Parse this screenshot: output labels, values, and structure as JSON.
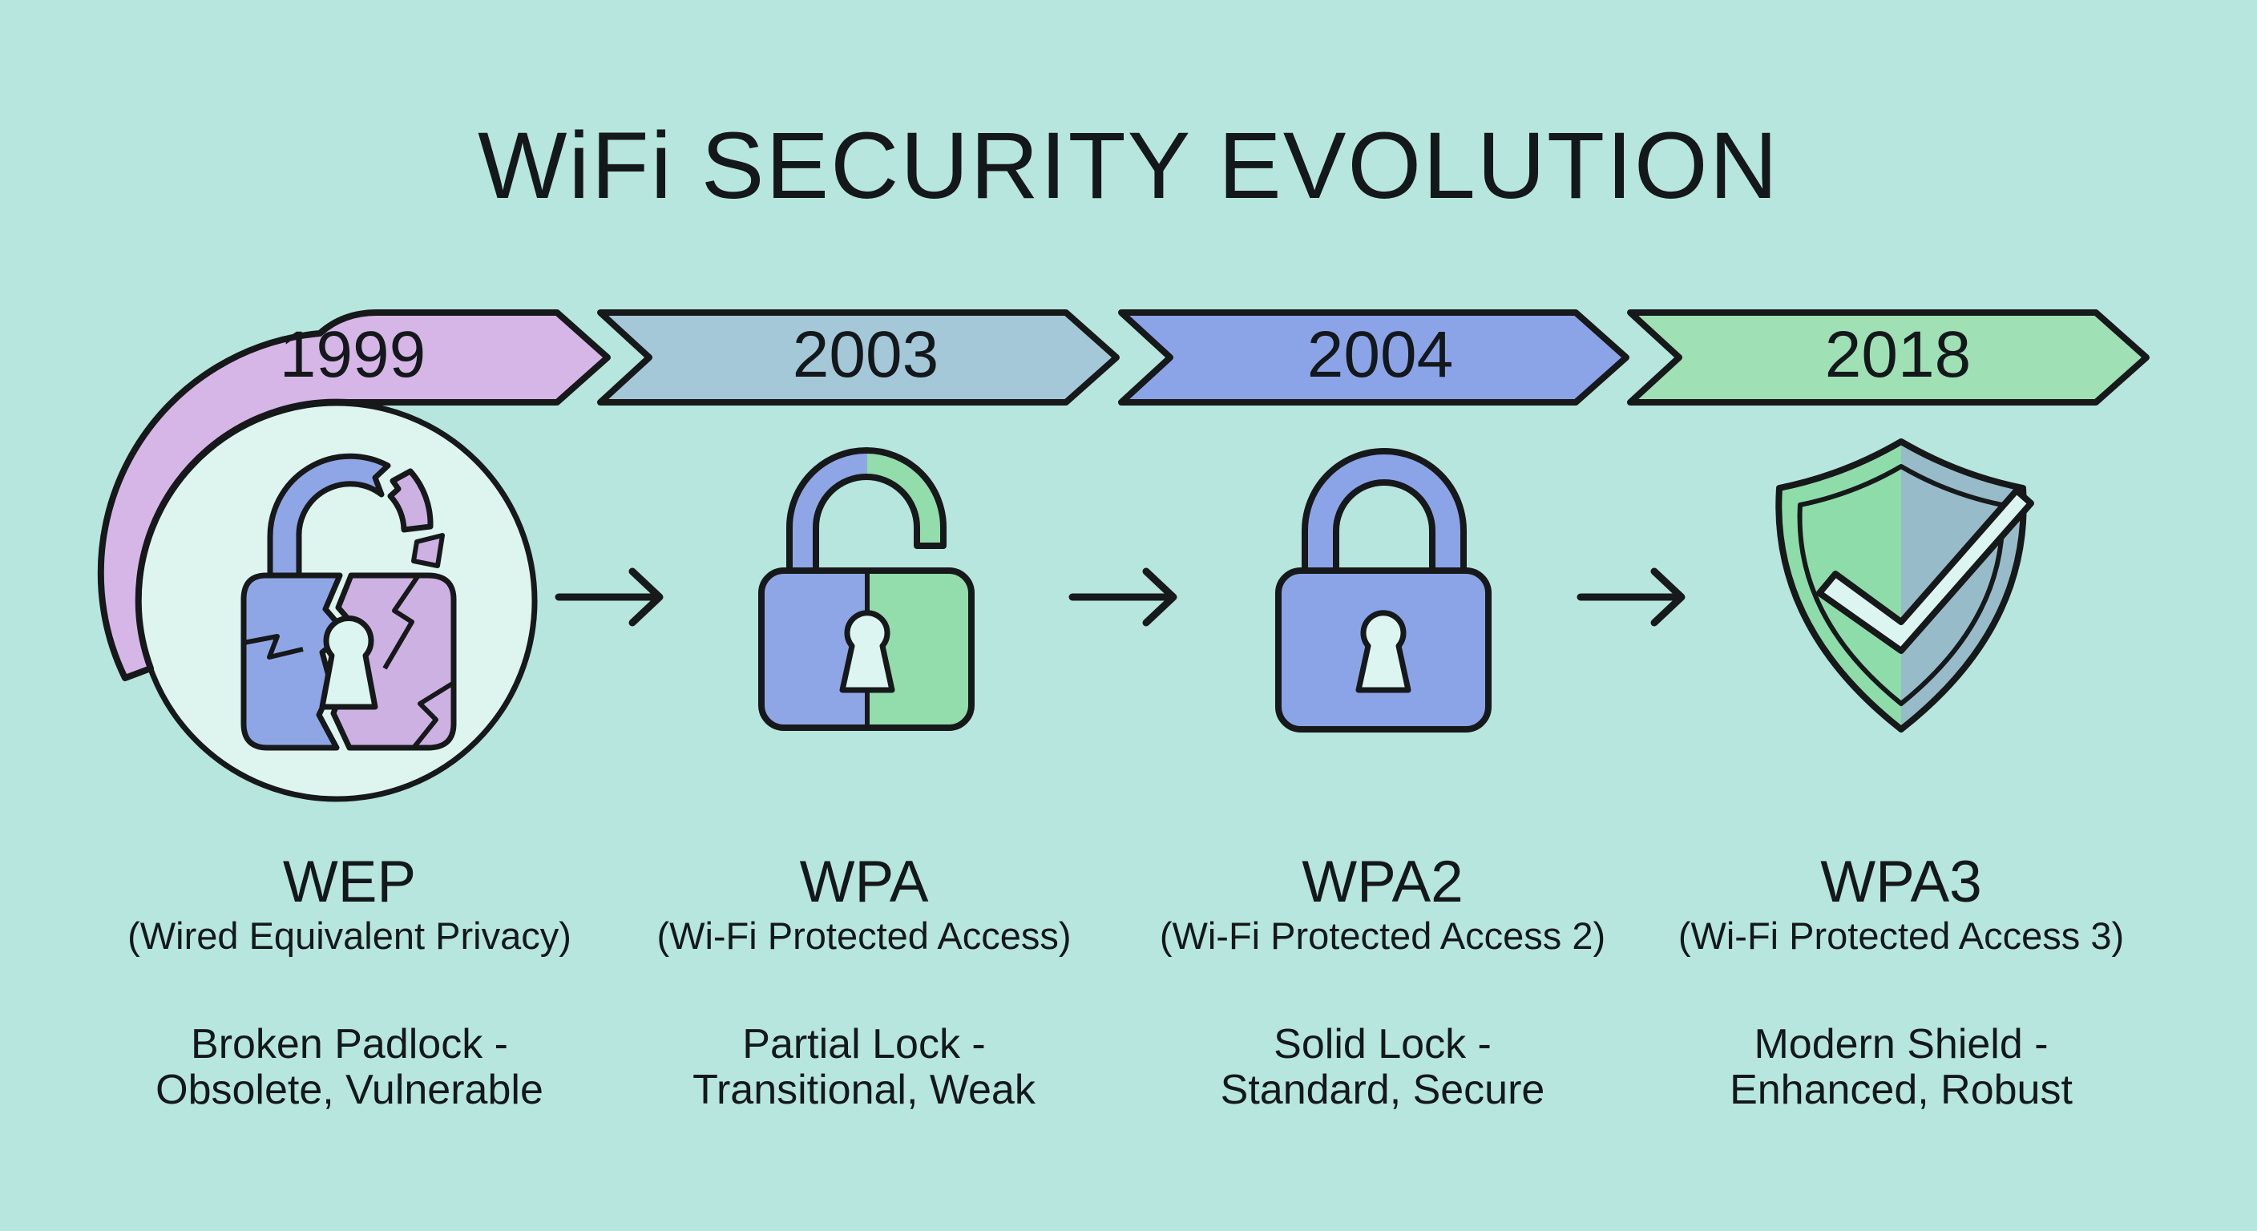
{
  "title": "WiFi SECURITY EVOLUTION",
  "stages": [
    {
      "year": "1999",
      "acronym": "WEP",
      "full_name": "(Wired Equivalent Privacy)",
      "desc_line1": "Broken Padlock -",
      "desc_line2": "Obsolete, Vulnerable",
      "icon": "broken-padlock-icon"
    },
    {
      "year": "2003",
      "acronym": "WPA",
      "full_name": "(Wi-Fi Protected Access)",
      "desc_line1": "Partial Lock -",
      "desc_line2": "Transitional, Weak",
      "icon": "partial-open-lock-icon"
    },
    {
      "year": "2004",
      "acronym": "WPA2",
      "full_name": "(Wi-Fi Protected Access 2)",
      "desc_line1": "Solid Lock -",
      "desc_line2": "Standard, Secure",
      "icon": "solid-lock-icon"
    },
    {
      "year": "2018",
      "acronym": "WPA3",
      "full_name": "(Wi-Fi Protected Access 3)",
      "desc_line1": "Modern Shield -",
      "desc_line2": "Enhanced, Robust",
      "icon": "shield-check-icon"
    }
  ],
  "colors": {
    "background": "#b6e6de",
    "outline": "#16181a",
    "text": "#14181b",
    "banner_1999": "#d6b6e7",
    "banner_2003": "#a4c8d8",
    "banner_2004": "#8ba4e8",
    "banner_2018": "#9fe0b4",
    "circle_fill": "#ddf4ef",
    "lock_blue": "#8fa6e6",
    "lock_green": "#93dcab",
    "lock_lavender": "#cdb1e3",
    "shield_green": "#8edca9",
    "shield_blue": "#97bbc9",
    "keyhole_fill": "#dcf5f0"
  }
}
